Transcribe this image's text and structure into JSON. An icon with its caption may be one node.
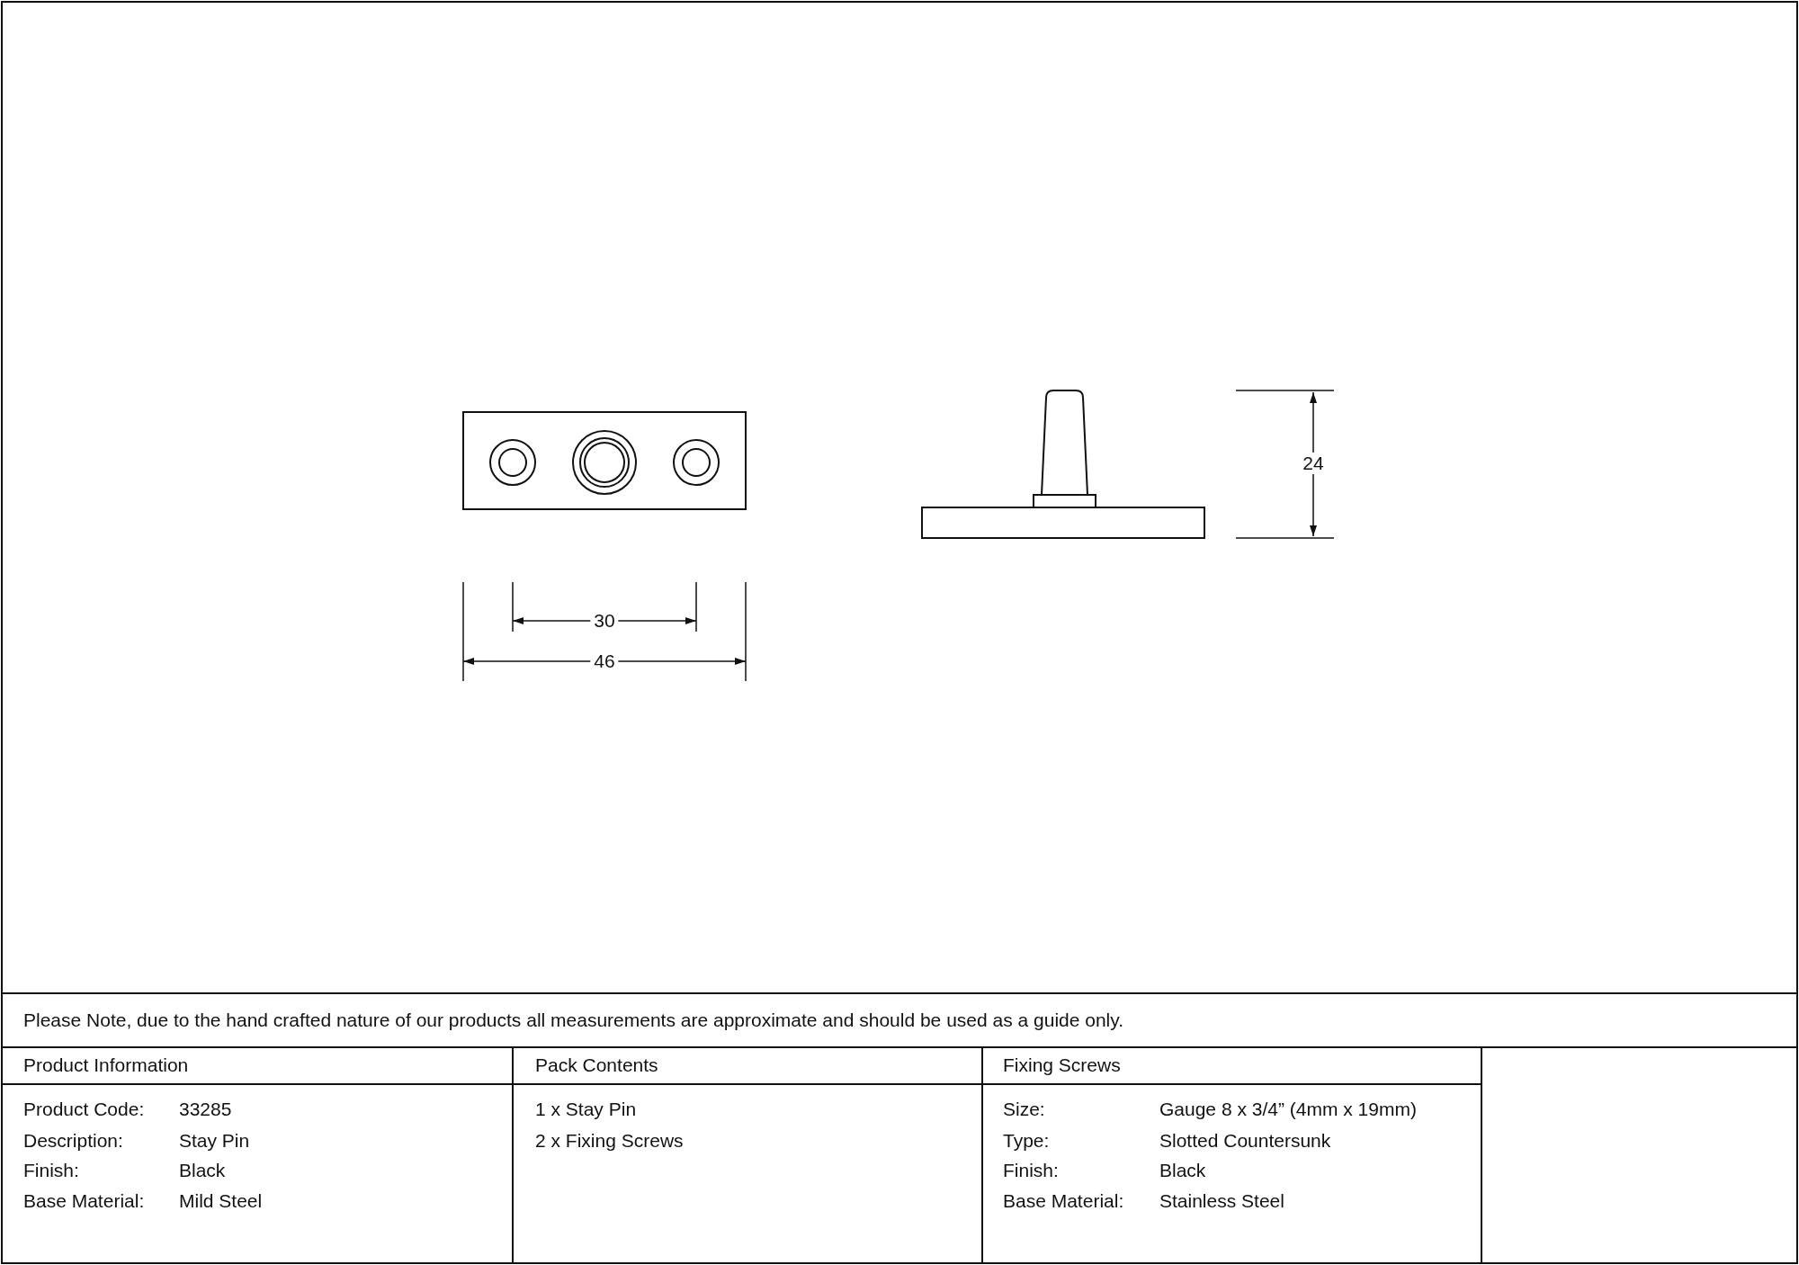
{
  "diagram": {
    "labels": [
      "24",
      "30",
      "46",
      "Please Note, due to the hand crafted nature of our products all measurements are approximate and should be used as a guide only.",
      "Product Information",
      "Pack Contents",
      "Fixing Screws",
      "Product Code:",
      "33285",
      "1 x Stay Pin",
      "Size:",
      "Gauge 8 x 3/4” (4mm x 19mm)",
      "Description:",
      "Stay Pin",
      "2 x Fixing Screws",
      "Type:",
      "Slotted Countersunk",
      "Finish:",
      "Black",
      "Finish:",
      "Black",
      "Base Material:",
      "Mild Steel",
      "Base Material:",
      "Stainless Steel"
    ]
  }
}
